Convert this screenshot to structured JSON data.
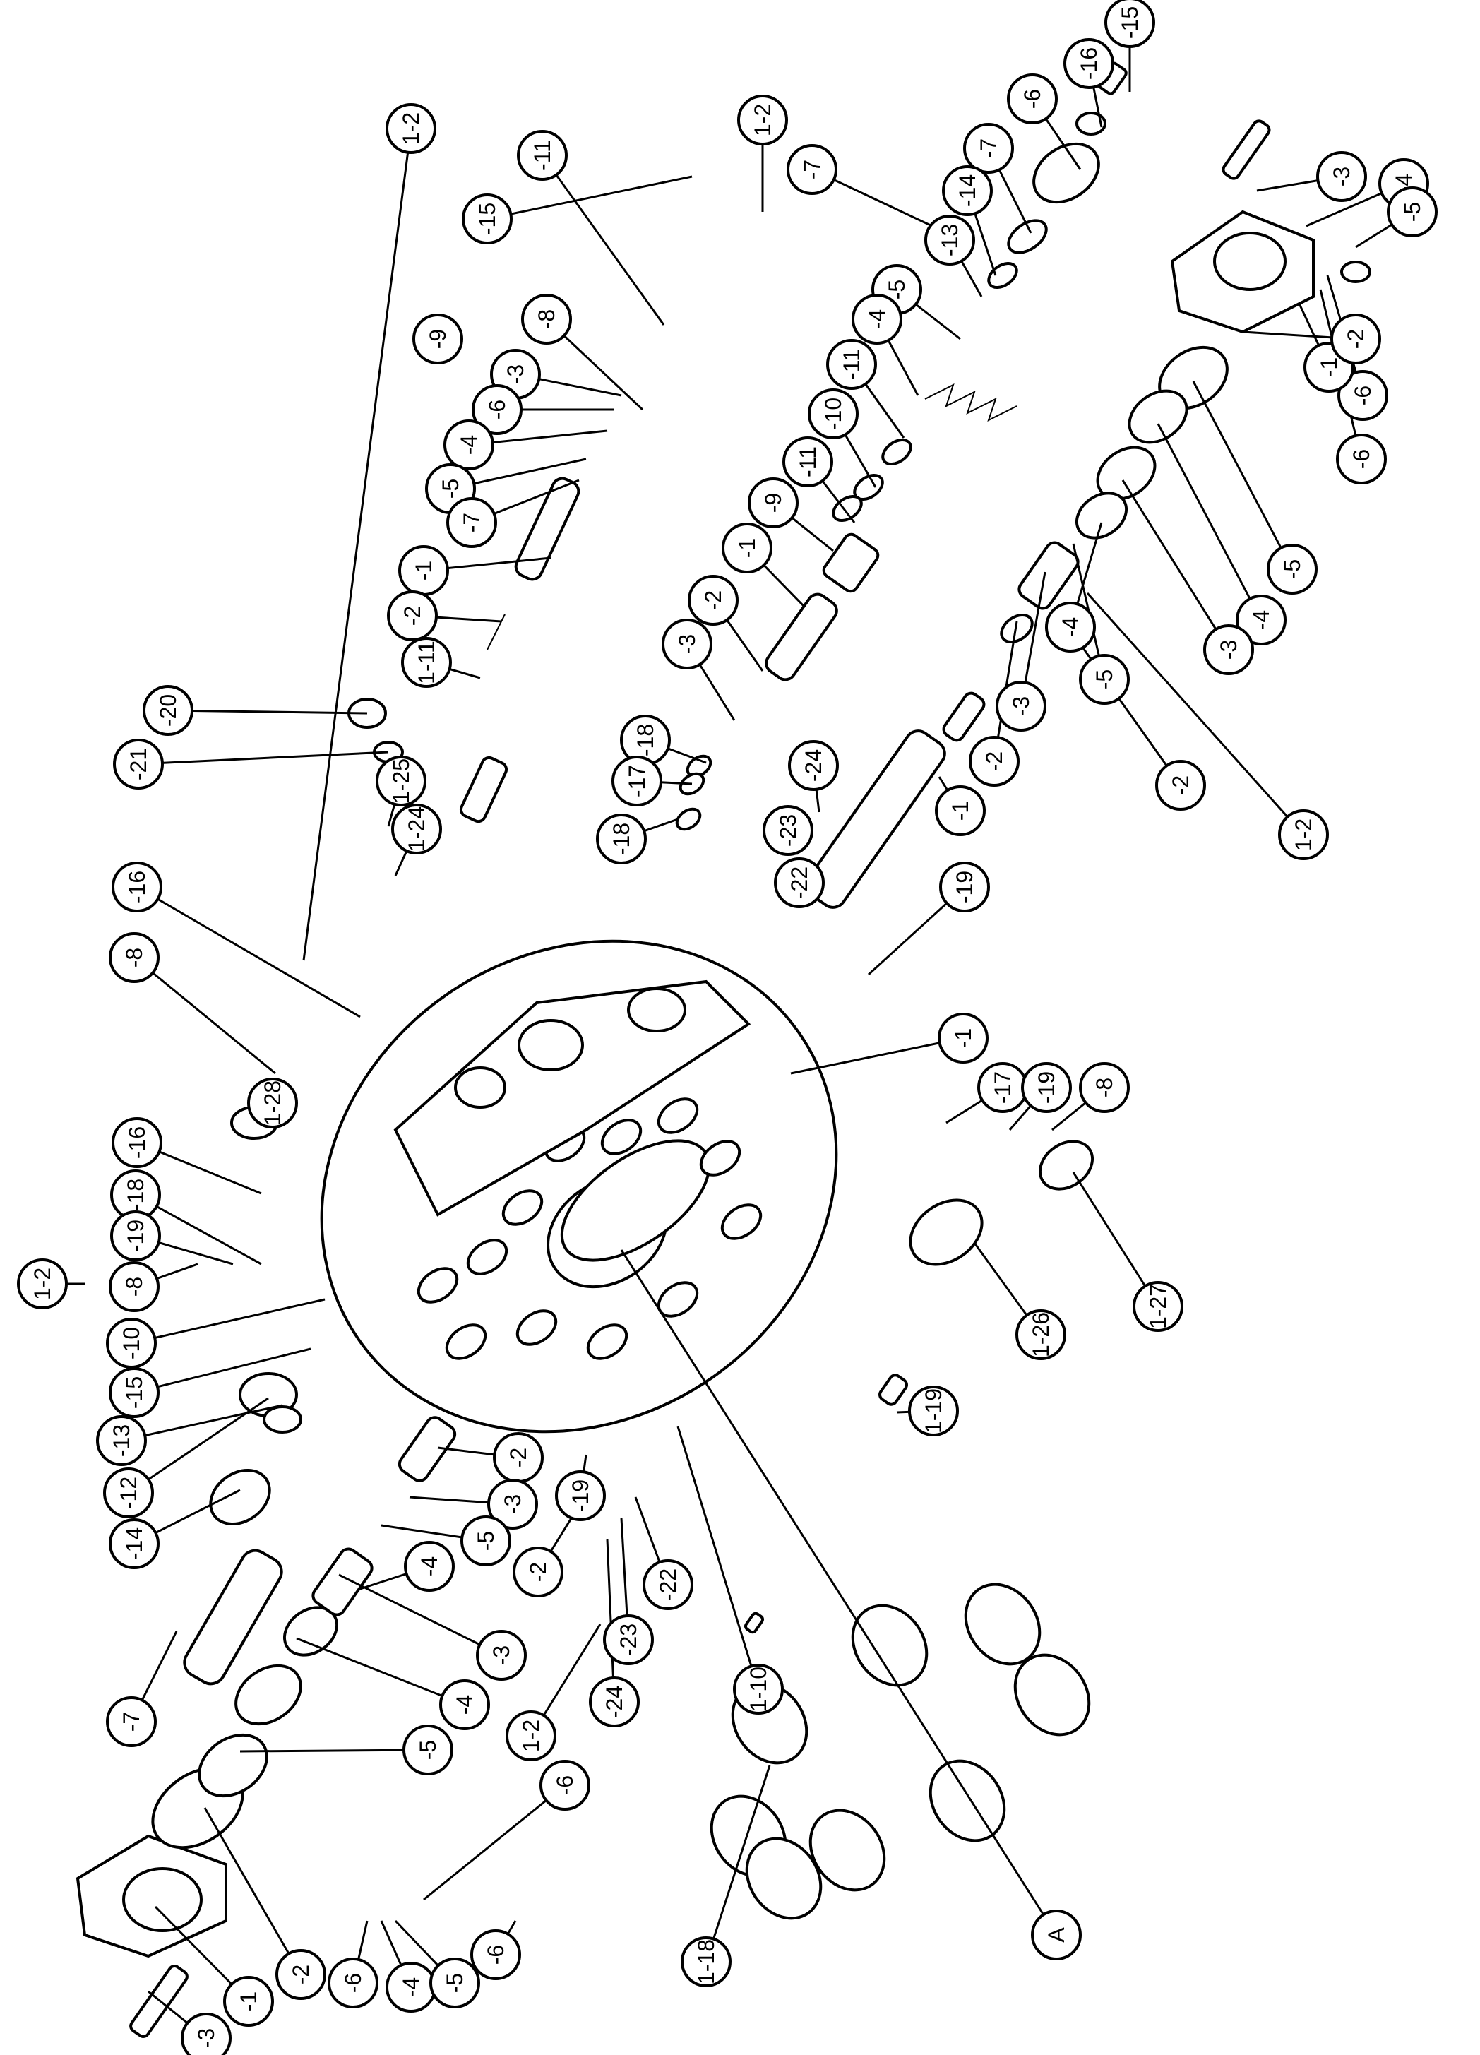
{
  "colors": {
    "ink": "#000000",
    "paper": "#ffffff"
  },
  "callouts": {
    "top_group_a": [
      "1-2",
      "-11",
      "-15",
      "-9",
      "-8",
      "-3",
      "-6",
      "-4",
      "-5",
      "-7",
      "-1",
      "-2"
    ],
    "top_group_b": [
      "1-2",
      "-7",
      "-15",
      "-16",
      "-6",
      "-7",
      "-14",
      "-13",
      "-5",
      "-4",
      "-11",
      "-10",
      "-11",
      "-9",
      "-1",
      "-2",
      "-3",
      "-18",
      "-17",
      "-18"
    ],
    "right_cover_group": [
      "-3",
      "-4",
      "-5",
      "-6",
      "-1",
      "-2",
      "-6"
    ],
    "right_stack_group": [
      "-5",
      "-4",
      "-3",
      "-4",
      "-5",
      "-3",
      "-2",
      "-1",
      "-19",
      "1-2",
      "-2"
    ],
    "center_group": [
      "1-11",
      "1-25",
      "1-24",
      "-22",
      "-23",
      "-24",
      "-1",
      "-17",
      "-19",
      "-8",
      "1-28",
      "1-19",
      "1-26",
      "1-27"
    ],
    "left_column": [
      "1-2",
      "-20",
      "-21",
      "-16",
      "-8",
      "-16",
      "-18",
      "-19",
      "-8",
      "-10",
      "-15",
      "-13",
      "-12",
      "-14",
      "-7"
    ],
    "bottom_group": [
      "-2",
      "-3",
      "-5",
      "-2",
      "-4",
      "-3",
      "-4",
      "1-2",
      "-5",
      "-6",
      "-19",
      "-22",
      "-23",
      "-24",
      "1-10"
    ],
    "bottom_cover_group": [
      "-3",
      "-1",
      "-2",
      "-6",
      "-4",
      "-5",
      "-6"
    ],
    "springs_group": [
      "1-18",
      "A"
    ]
  }
}
